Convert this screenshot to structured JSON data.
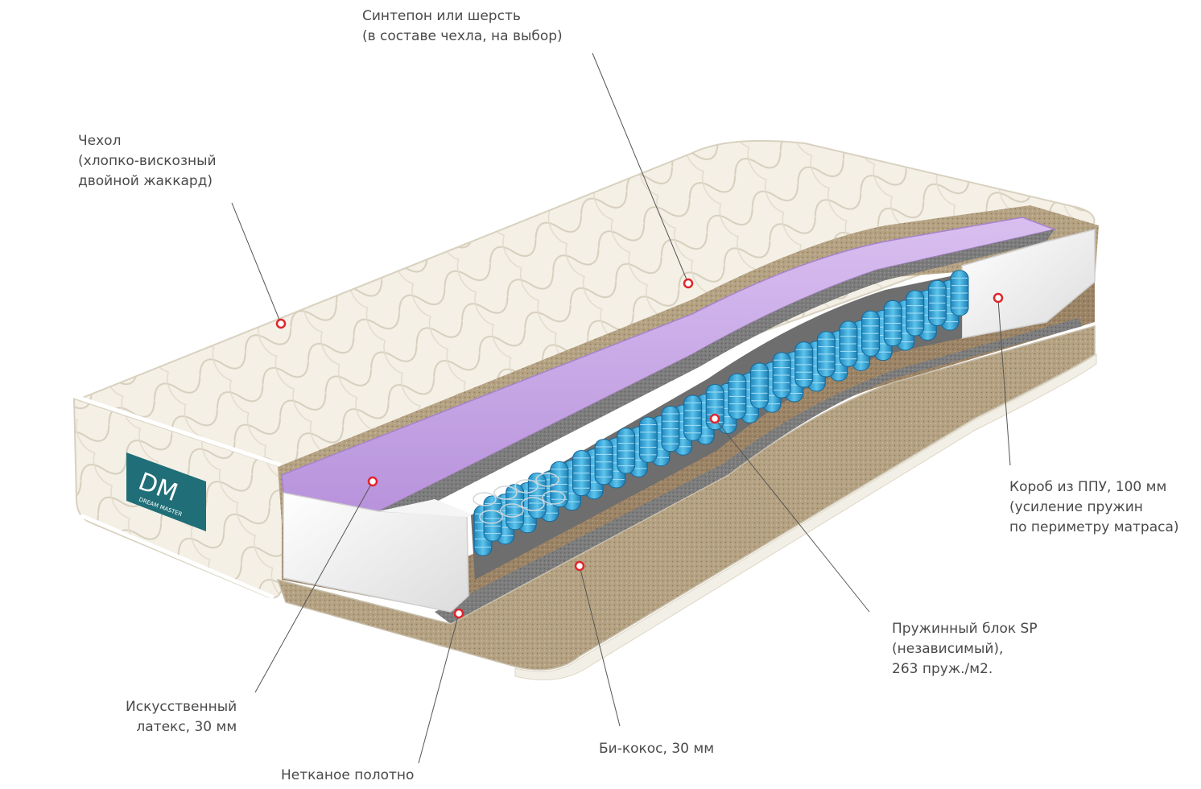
{
  "brand": {
    "logo_text": "DM",
    "logo_subtext": "DREAM MASTER",
    "badge_color": "#1f6e78"
  },
  "callouts": {
    "top": {
      "lines": [
        "Синтепон или шерсть",
        "(в составе чехла, на выбор)"
      ]
    },
    "cover": {
      "lines": [
        "Чехол",
        "(хлопко-вискозный",
        "двойной жаккард)"
      ]
    },
    "box": {
      "lines": [
        "Короб из ППУ, 100 мм",
        "(усиление пружин",
        "по периметру матраса)"
      ]
    },
    "spring": {
      "lines": [
        "Пружинный блок SP",
        "(независимый),",
        "263 пруж./м2."
      ]
    },
    "latex": {
      "lines": [
        "Искусственный",
        "латекс, 30 мм"
      ]
    },
    "coco": {
      "lines": [
        "Би-кокос, 30 мм"
      ]
    },
    "nonwoven": {
      "lines": [
        "Нетканое полотно"
      ]
    }
  },
  "colors": {
    "cover": "#f3efe4",
    "quilt": "#ddd6c4",
    "coir": "#b8a68a",
    "latex": "#c9a8e6",
    "foam": "#efefef",
    "felt": "#7b7b7b",
    "spring": "#3aa7d6",
    "marker": "#e0252c"
  }
}
